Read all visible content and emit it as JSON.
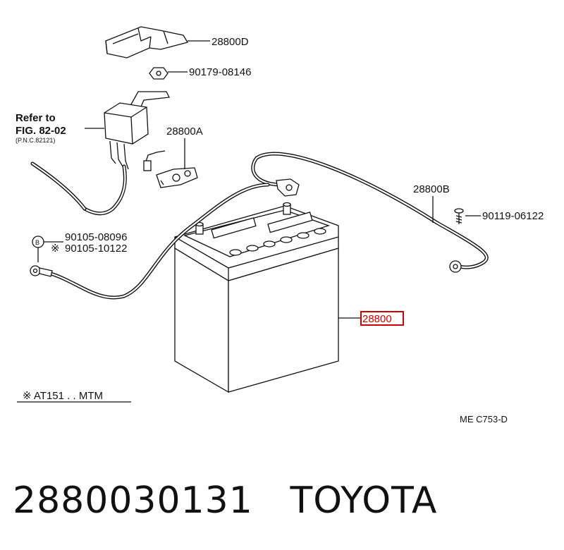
{
  "diagram": {
    "parts": {
      "cover": "28800D",
      "nut": "90179-08146",
      "clamp": "28800A",
      "cable_b": "28800B",
      "screw": "90119-06122",
      "bolt_1": "90105-08096",
      "bolt_2": "90105-10122",
      "battery": "28800"
    },
    "refer": {
      "line1": "Refer to",
      "line2": "FIG. 82-02",
      "line3": "(P.N.C.82121)"
    },
    "bolt_marker": "B",
    "asterisk": "※",
    "note": "※ AT151 . . MTM",
    "code": "ME C753-D",
    "highlight_color": "#cc0000"
  },
  "footer": {
    "part_number": "2880030131",
    "brand": "TOYOTA"
  }
}
